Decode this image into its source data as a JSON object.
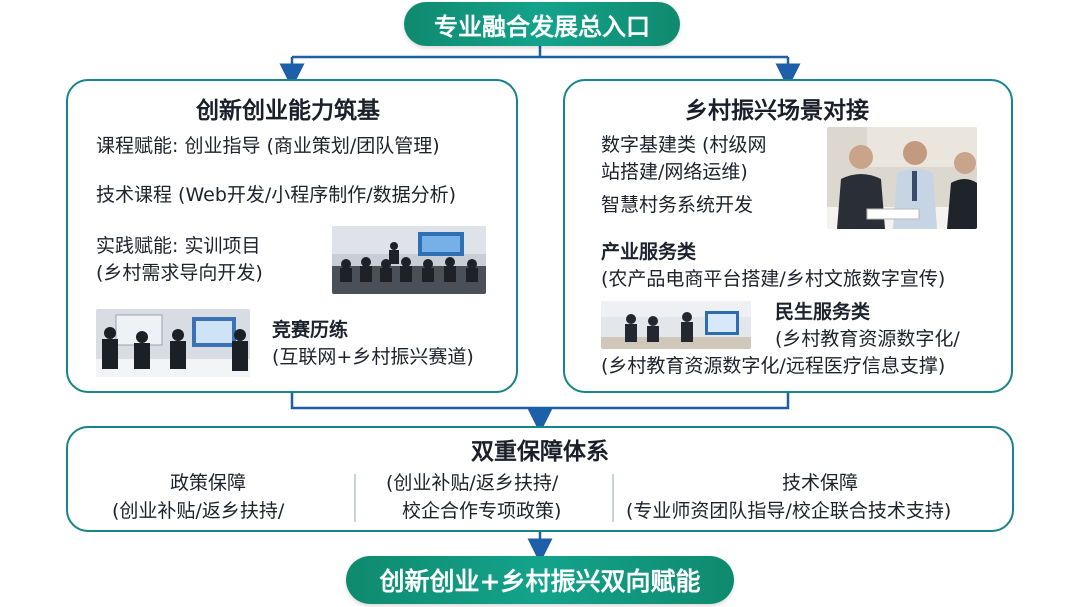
{
  "top": {
    "label": "专业融合发展总入口"
  },
  "left_panel": {
    "title": "创新创业能力筑基",
    "course_empower": "课程赋能: 创业指导 (商业策划/团队管理)",
    "tech_course": "技术课程 (Web开发/小程序制作/数据分析)",
    "practice_line1": "实践赋能: 实训项目",
    "practice_line2": "(乡村需求导向开发)",
    "contest_title": "竞赛历练",
    "contest_detail": "(互联网+乡村振兴赛道)"
  },
  "right_panel": {
    "title": "乡村振兴场景对接",
    "digital_line1": "数字基建类 (村级网",
    "digital_line2": "站搭建/网络运维)",
    "digital_line3": "智慧村务系统开发",
    "industry_title": "产业服务类",
    "industry_detail": "(农产品电商平台搭建/乡村文旅数字宣传)",
    "livelihood_title": "民生服务类",
    "livelihood_line1": "(乡村教育资源数字化/",
    "livelihood_line2": "(乡村教育资源数字化/远程医疗信息支撑)"
  },
  "bottom_panel": {
    "title": "双重保障体系",
    "policy_title": "政策保障",
    "policy_detail": "(创业补贴/返乡扶持/",
    "middle_line1": "(创业补贴/返乡扶持/",
    "middle_line2": "校企合作专项政策)",
    "tech_title": "技术保障",
    "tech_detail": "(专业师资团队指导/校企联合技术支持)"
  },
  "bottom": {
    "label": "创新创业+乡村振兴双向赋能"
  },
  "colors": {
    "accent": "#17838a",
    "arrow": "#1d5fa8",
    "pill": "#13a38c"
  }
}
